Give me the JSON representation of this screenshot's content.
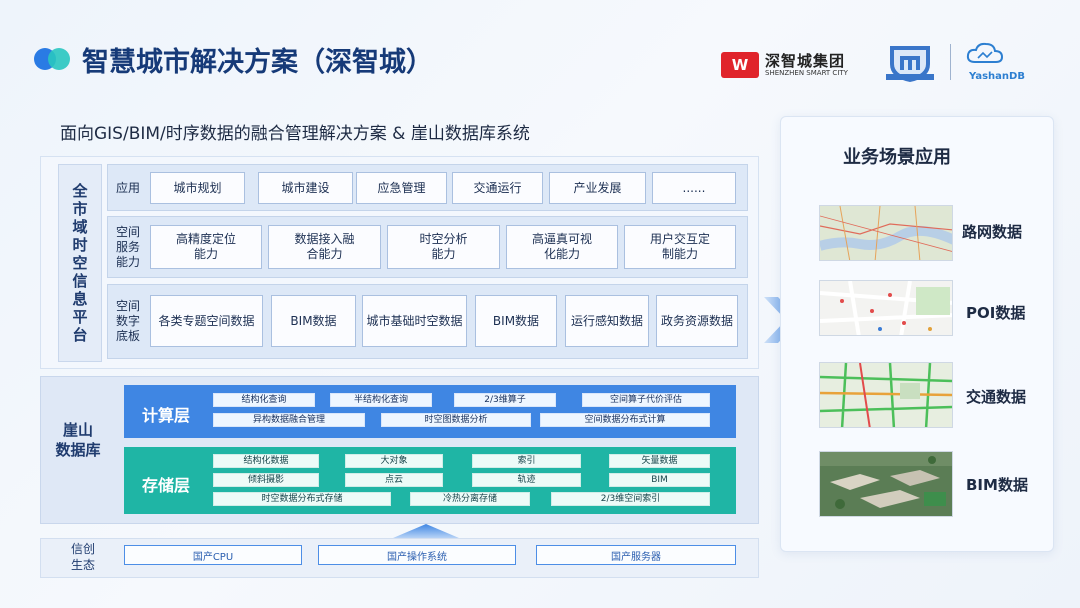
{
  "header": {
    "title": "智慧城市解决方案（深智城）",
    "subtitle": "面向GIS/BIM/时序数据的融合管理解决方案 & 崖山数据库系统",
    "brand_cn": "深智城集团",
    "brand_en": "SHENZHEN SMART CITY",
    "yashan": "YashanDB"
  },
  "platform": {
    "label": [
      "全",
      "市",
      "域",
      "时",
      "空",
      "信",
      "息",
      "平",
      "台"
    ],
    "app_row": {
      "label": "应用",
      "cells": [
        "城市规划",
        "城市建设",
        "应急管理",
        "交通运行",
        "产业发展",
        "......"
      ]
    },
    "service_row": {
      "label": [
        "空间",
        "服务",
        "能力"
      ],
      "cells": [
        [
          "高精度定位",
          "能力"
        ],
        [
          "数据接入融",
          "合能力"
        ],
        [
          "时空分析",
          "能力"
        ],
        [
          "高逼真可视",
          "化能力"
        ],
        [
          "用户交互定",
          "制能力"
        ]
      ]
    },
    "base_row": {
      "label": [
        "空间",
        "数字",
        "底板"
      ],
      "cells": [
        "各类专题空间数据",
        "BIM数据",
        "城市基础时空数据",
        "BIM数据",
        "运行感知数据",
        "政务资源数据"
      ]
    }
  },
  "database": {
    "label": [
      "崖山",
      "数据库"
    ],
    "compute": {
      "title": "计算层",
      "row1": [
        "结构化查询",
        "半结构化查询",
        "2/3维算子",
        "空间算子代价评估"
      ],
      "row2": [
        "异构数据融合管理",
        "时空图数据分析",
        "空间数据分布式计算"
      ]
    },
    "storage": {
      "title": "存储层",
      "row1": [
        "结构化数据",
        "大对象",
        "索引",
        "矢量数据"
      ],
      "row2": [
        "倾斜摄影",
        "点云",
        "轨迹",
        "BIM"
      ],
      "row3": [
        "时空数据分布式存储",
        "冷热分离存储",
        "2/3维空间索引"
      ]
    }
  },
  "xinchuang": {
    "label": [
      "信创",
      "生态"
    ],
    "cells": [
      "国产CPU",
      "国产操作系统",
      "国产服务器"
    ]
  },
  "scenes": {
    "title": "业务场景应用",
    "items": [
      "路网数据",
      "POI数据",
      "交通数据",
      "BIM数据"
    ]
  },
  "colors": {
    "primary": "#163a78",
    "compute": "#3f86e3",
    "storage": "#1fb5a5",
    "brand_red": "#e0242b"
  }
}
